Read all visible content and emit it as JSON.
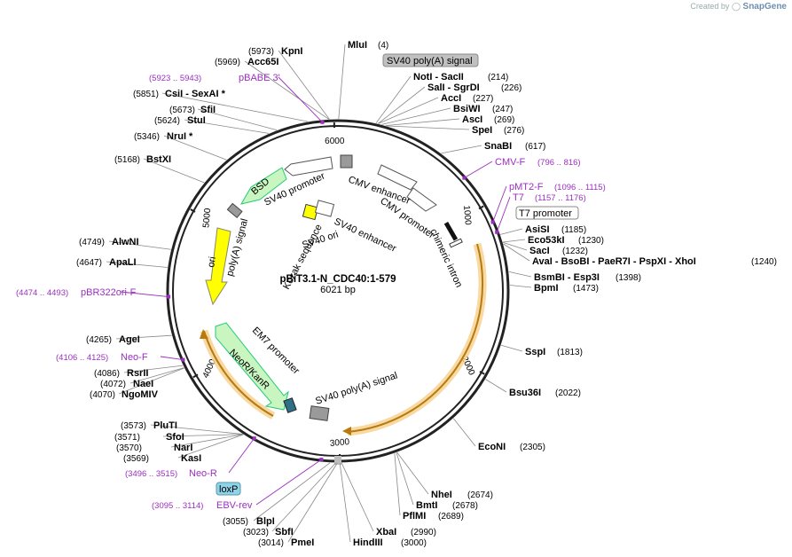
{
  "credit": {
    "prefix": "Created by",
    "brand": "SnapGene"
  },
  "plasmid": {
    "name": "pBiT3.1-N_CDC40:1-579",
    "size_label": "6021 bp",
    "total_bp": 6021
  },
  "ticks": [
    {
      "bp": 1000,
      "label": "1000"
    },
    {
      "bp": 2000,
      "label": "2000"
    },
    {
      "bp": 3000,
      "label": "3000"
    },
    {
      "bp": 4000,
      "label": "4000"
    },
    {
      "bp": 5000,
      "label": "5000"
    },
    {
      "bp": 6000,
      "label": "6000"
    }
  ],
  "enzymes": [
    {
      "name": "MluI",
      "pos": "(4)"
    },
    {
      "name": "NotI",
      "extra": [
        "SacII"
      ],
      "pos": "(214)"
    },
    {
      "name": "SalI",
      "extra": [
        "SgrDI"
      ],
      "pos": "(226)"
    },
    {
      "name": "AccI",
      "pos": "(227)"
    },
    {
      "name": "BsiWI",
      "pos": "(247)"
    },
    {
      "name": "AscI",
      "pos": "(269)"
    },
    {
      "name": "SpeI",
      "pos": "(276)"
    },
    {
      "name": "SnaBI",
      "pos": "(617)"
    },
    {
      "name": "AsiSI",
      "pos": "(1185)"
    },
    {
      "name": "Eco53kI",
      "pos": "(1230)"
    },
    {
      "name": "SacI",
      "pos": "(1232)"
    },
    {
      "name": "AvaI",
      "extra": [
        "BsoBI",
        "PaeR7I",
        "PspXI",
        "XhoI"
      ],
      "pos": "(1240)"
    },
    {
      "name": "BsmBI",
      "extra": [
        "Esp3I"
      ],
      "pos": "(1398)"
    },
    {
      "name": "BpmI",
      "pos": "(1473)"
    },
    {
      "name": "SspI",
      "pos": "(1813)"
    },
    {
      "name": "Bsu36I",
      "pos": "(2022)"
    },
    {
      "name": "EcoNI",
      "pos": "(2305)"
    },
    {
      "name": "NheI",
      "pos": "(2674)"
    },
    {
      "name": "BmtI",
      "pos": "(2678)"
    },
    {
      "name": "PflMI",
      "pos": "(2689)"
    },
    {
      "name": "XbaI",
      "pos": "(2990)"
    },
    {
      "name": "HindIII",
      "pos": "(3000)"
    },
    {
      "name": "PmeI",
      "pos": "(3014)"
    },
    {
      "name": "SbfI",
      "pos": "(3023)"
    },
    {
      "name": "BlpI",
      "pos": "(3055)"
    },
    {
      "name": "KasI",
      "pos": "(3569)"
    },
    {
      "name": "NarI",
      "pos": "(3570)"
    },
    {
      "name": "SfoI",
      "pos": "(3571)"
    },
    {
      "name": "PluTI",
      "pos": "(3573)"
    },
    {
      "name": "NgoMIV",
      "pos": "(4070)"
    },
    {
      "name": "NaeI",
      "pos": "(4072)"
    },
    {
      "name": "RsrII",
      "pos": "(4086)"
    },
    {
      "name": "AgeI",
      "pos": "(4265)"
    },
    {
      "name": "ApaLI",
      "pos": "(4647)"
    },
    {
      "name": "AlwNI",
      "pos": "(4749)"
    },
    {
      "name": "BstXI",
      "pos": "(5168)"
    },
    {
      "name": "NruI",
      "star": "*",
      "pos": "(5346)"
    },
    {
      "name": "StuI",
      "pos": "(5624)"
    },
    {
      "name": "SfiI",
      "pos": "(5673)"
    },
    {
      "name": "CsiI",
      "extra": [
        "SexAI"
      ],
      "star": "*",
      "pos": "(5851)"
    },
    {
      "name": "Acc65I",
      "pos": "(5969)"
    },
    {
      "name": "KpnI",
      "pos": "(5973)"
    }
  ],
  "primers": [
    {
      "name": "pBABE 3'",
      "range": "(5923 .. 5943)"
    },
    {
      "name": "CMV-F",
      "range": "(796 .. 816)"
    },
    {
      "name": "pMT2-F",
      "range": "(1096 .. 1115)"
    },
    {
      "name": "T7",
      "range": "(1157 .. 1176)"
    },
    {
      "name": "pBR322ori-F",
      "range": "(4474 .. 4493)"
    },
    {
      "name": "Neo-F",
      "range": "(4106 .. 4125)"
    },
    {
      "name": "Neo-R",
      "range": "(3496 .. 3515)"
    },
    {
      "name": "EBV-rev",
      "range": "(3095 .. 3114)"
    }
  ],
  "boxed_features": [
    {
      "name": "SV40 poly(A) signal",
      "color": "#c0c0c0"
    },
    {
      "name": "T7 promoter",
      "color": "#ffffff"
    },
    {
      "name": "loxP",
      "color": "#8fd3e8"
    }
  ],
  "features": [
    {
      "name": "CMV enhancer"
    },
    {
      "name": "CMV promoter"
    },
    {
      "name": "chimeric intron"
    },
    {
      "name": "SV40 poly(A) signal"
    },
    {
      "name": "EM7 promoter"
    },
    {
      "name": "NeoR/KanR",
      "color": "#c9f5c0"
    },
    {
      "name": "ori",
      "color": "#ffff00"
    },
    {
      "name": "poly(A) signal"
    },
    {
      "name": "BSD",
      "color": "#c9f5c0"
    },
    {
      "name": "SV40 promoter"
    },
    {
      "name": "SV40 enhancer"
    },
    {
      "name": "SV40 ori"
    },
    {
      "name": "Kozak sequence"
    }
  ],
  "colors": {
    "primer": "#9b2fbf",
    "orf_highlight": "#f2b44a",
    "backbone": "#222222"
  }
}
